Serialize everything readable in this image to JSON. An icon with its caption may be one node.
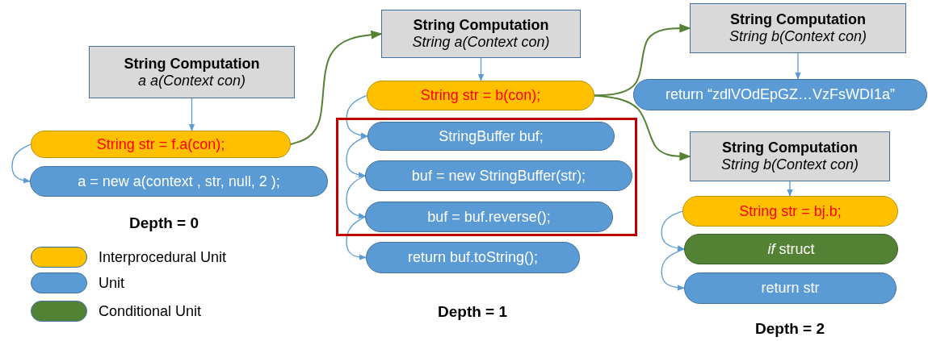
{
  "diagram": {
    "nodes": [
      {
        "text": [
          "String Computation",
          "a a(Context con)"
        ]
      },
      {
        "text": [
          "String str = f.a(con);"
        ]
      },
      {
        "text": [
          "a = new a(context , str, null, 2 );"
        ]
      },
      {
        "text": [
          "String Computation",
          "String a(Context con)"
        ]
      },
      {
        "text": [
          "String str = b(con);"
        ]
      },
      {
        "text": [],
        "shape": "box"
      },
      {
        "text": [
          "StringBuffer buf;"
        ],
        "in": 5
      },
      {
        "text": [
          "buf = new StringBuffer(str);"
        ],
        "in": 5
      },
      {
        "text": [
          "buf = buf.reverse();"
        ],
        "in": 5
      },
      {
        "text": [
          "return buf.toString();"
        ]
      },
      {
        "text": [
          "String Computation",
          "String b(Context con)"
        ]
      },
      {
        "text": [
          "return “zdlVOdEpGZ…VzFsWDI1a”"
        ]
      },
      {
        "text": [
          "String Computation",
          "String b(Context con)"
        ]
      },
      {
        "text": [
          "String str = bj.b;"
        ]
      },
      {
        "text": [
          "*if* struct"
        ]
      },
      {
        "text": [
          "return str"
        ]
      }
    ],
    "edges": [
      {
        "from": 0,
        "to": 1,
        "arrow": "to"
      },
      {
        "from": 1,
        "to": 2,
        "arrow": "to"
      },
      {
        "from": 1,
        "to": 3,
        "arrow": "to",
        "color": "#548235"
      },
      {
        "from": 3,
        "to": 4,
        "arrow": "to"
      },
      {
        "from": 4,
        "to": 6,
        "arrow": "to"
      },
      {
        "from": 6,
        "to": 7,
        "arrow": "to"
      },
      {
        "from": 7,
        "to": 8,
        "arrow": "to"
      },
      {
        "from": 8,
        "to": 9,
        "arrow": "to"
      },
      {
        "from": 4,
        "to": 10,
        "arrow": "to",
        "color": "#548235"
      },
      {
        "from": 4,
        "to": 12,
        "arrow": "to",
        "color": "#548235"
      },
      {
        "from": 10,
        "to": 11,
        "arrow": "to"
      },
      {
        "from": 12,
        "to": 13,
        "arrow": "to"
      },
      {
        "from": 13,
        "to": 14,
        "arrow": "to"
      },
      {
        "from": 14,
        "to": 15,
        "arrow": "to"
      }
    ],
    "labels": [
      "Depth = 0",
      "Depth = 1",
      "Depth = 2"
    ],
    "legend": [
      {
        "text": "Interprocedural Unit",
        "color": "#ffc000"
      },
      {
        "text": "Unit",
        "color": "#5b9bd5"
      },
      {
        "text": "Conditional Unit",
        "color": "#548235"
      }
    ]
  }
}
